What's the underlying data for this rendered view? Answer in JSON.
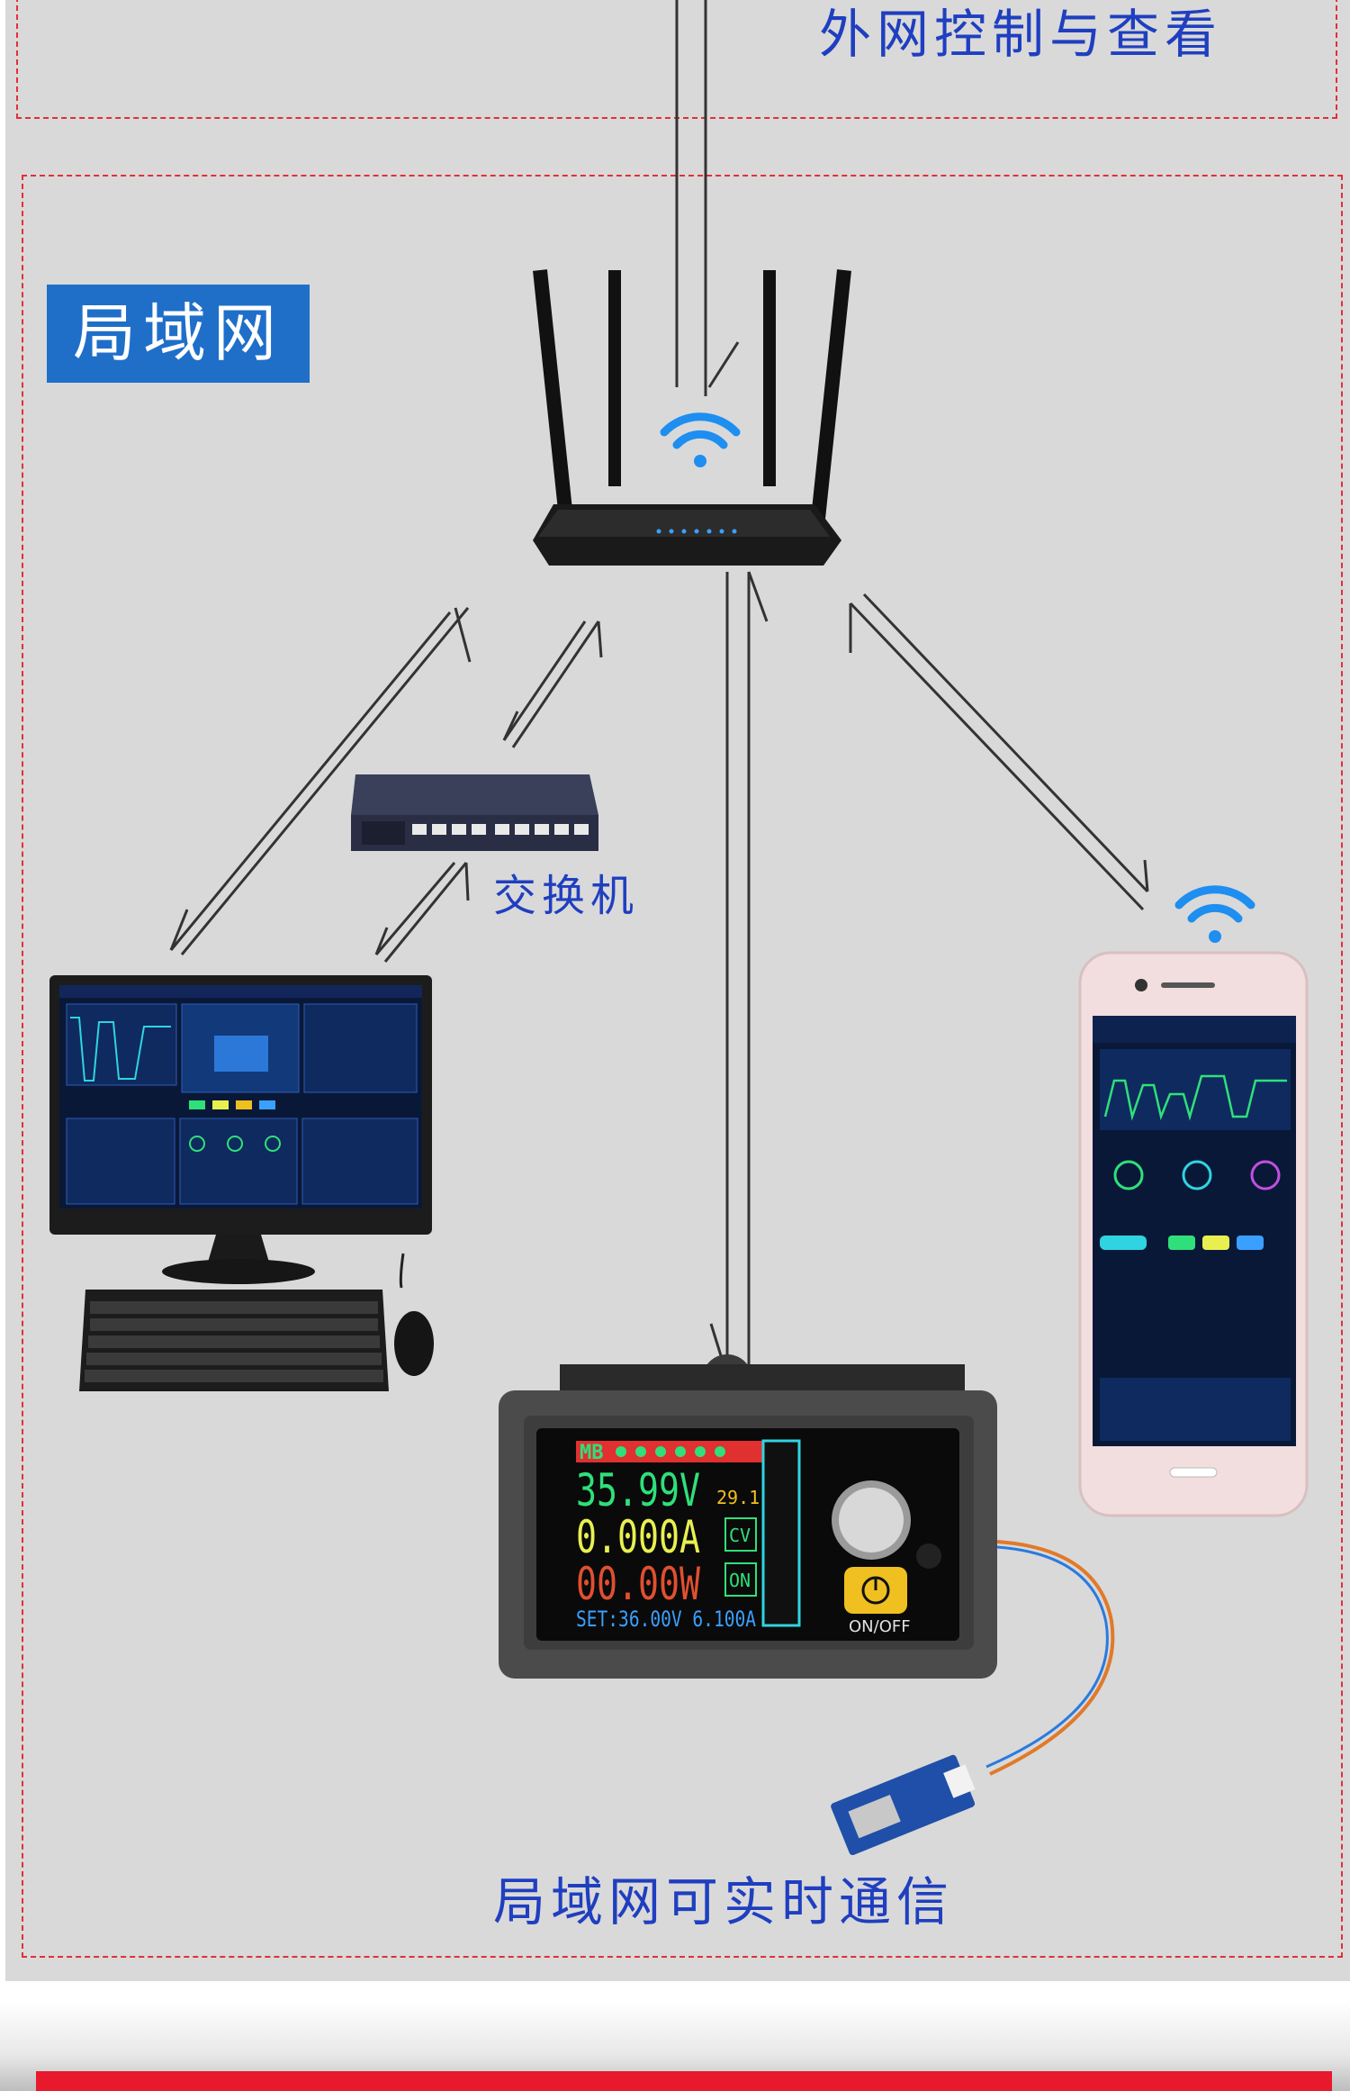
{
  "external": {
    "caption": "外网控制与查看"
  },
  "lan": {
    "badge": "局域网",
    "switch_label": "交换机",
    "footer_caption": "局域网可实时通信"
  },
  "power_supply": {
    "badge": "MB",
    "voltage": "35.99V",
    "current": "0.000A",
    "power": "00.00W",
    "temperature": "29.1",
    "mode_cv": "CV",
    "output_state": "ON",
    "setpoints": "SET:36.00V 6.100A",
    "button_label": "ON/OFF"
  },
  "colors": {
    "panel_gray": "#d9d9d9",
    "dash_red": "#e0303a",
    "caption_blue": "#1f3fc0",
    "badge_blue": "#1f6fc9",
    "wifi_blue": "#1e8ef0"
  }
}
